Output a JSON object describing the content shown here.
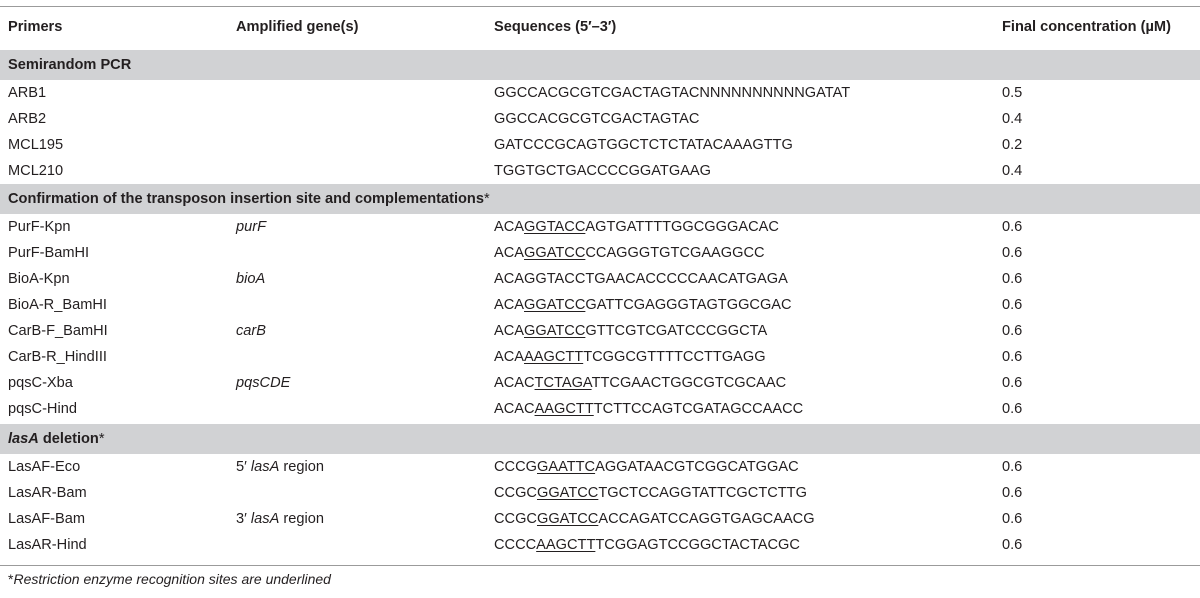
{
  "header": {
    "primers": "Primers",
    "genes": "Amplified gene(s)",
    "sequences": "Sequences (5′–3′)",
    "concentration": "Final concentration (µM)"
  },
  "sections": [
    {
      "title": "Semirandom PCR",
      "rows": [
        {
          "primer": "ARB1",
          "gene": "",
          "seq": [
            "GGCCACGCGTCGACTAGTACNNNNNNNNNNGATAT"
          ],
          "conc": "0.5"
        },
        {
          "primer": "ARB2",
          "gene": "",
          "seq": [
            "GGCCACGCGTCGACTAGTAC"
          ],
          "conc": "0.4"
        },
        {
          "primer": "MCL195",
          "gene": "",
          "seq": [
            "GATCCCGCAGTGGCTCTCTATACAAAGTTG"
          ],
          "conc": "0.2"
        },
        {
          "primer": "MCL210",
          "gene": "",
          "seq": [
            "TGGTGCTGACCCCGGATGAAG"
          ],
          "conc": "0.4"
        }
      ]
    },
    {
      "title": "Confirmation of the transposon insertion site and complementations",
      "title_mark": "*",
      "rows": [
        {
          "primer": "PurF-Kpn",
          "gene": "purF",
          "seq": [
            "ACA",
            "GGTACC",
            "AGTGATTTTGGCGGGACAC"
          ],
          "conc": "0.6"
        },
        {
          "primer": "PurF-BamHI",
          "gene": "",
          "seq": [
            "ACA",
            "GGATCC",
            "CCAGGGTGTCGAAGGCC"
          ],
          "conc": "0.6"
        },
        {
          "primer": "BioA-Kpn",
          "gene": "bioA",
          "seq": [
            "ACAGGTACCTGAACACCCCCAACATGAGA"
          ],
          "conc": "0.6"
        },
        {
          "primer": "BioA-R_BamHI",
          "gene": "",
          "seq": [
            "ACA",
            "GGATCC",
            "GATTCGAGGGTAGTGGCGAC"
          ],
          "conc": "0.6"
        },
        {
          "primer": "CarB-F_BamHI",
          "gene": "carB",
          "seq": [
            "ACA",
            "GGATCC",
            "GTTCGTCGATCCCGGCTA"
          ],
          "conc": "0.6"
        },
        {
          "primer": "CarB-R_HindIII",
          "gene": "",
          "seq": [
            "ACA",
            "AAGCTT",
            "TCGGCGTTTTCCTTGAGG"
          ],
          "conc": "0.6"
        },
        {
          "primer": "pqsC-Xba",
          "gene": "pqsCDE",
          "seq": [
            "ACAC",
            "TCTAGA",
            "TTCGAACTGGCGTCGCAAC"
          ],
          "conc": "0.6"
        },
        {
          "primer": "pqsC-Hind",
          "gene": "",
          "seq": [
            "ACAC",
            "AAGCTT",
            "TCTTCCAGTCGATAGCCAACC"
          ],
          "conc": "0.6"
        }
      ]
    },
    {
      "title_italic": "lasA",
      "title": " deletion",
      "title_mark": "*",
      "rows": [
        {
          "primer": "LasAF-Eco",
          "gene_prefix": "5′ ",
          "gene": "lasA",
          "gene_suffix": " region",
          "seq": [
            "CCCG",
            "GAATTC",
            "AGGATAACGTCGGCATGGAC"
          ],
          "conc": "0.6"
        },
        {
          "primer": "LasAR-Bam",
          "gene": "",
          "seq": [
            "CCGC",
            "GGATCC",
            "TGCTCCAGGTATTCGCTCTTG"
          ],
          "conc": "0.6"
        },
        {
          "primer": "LasAF-Bam",
          "gene_prefix": "3′ ",
          "gene": "lasA",
          "gene_suffix": " region",
          "seq": [
            "CCGC",
            "GGATCC",
            "ACCAGATCCAGGTGAGCAACG"
          ],
          "conc": "0.6"
        },
        {
          "primer": "LasAR-Hind",
          "gene": "",
          "seq": [
            "CCCC",
            "AAGCTT",
            "TCGGAGTCCGGCTACTACGC"
          ],
          "conc": "0.6"
        }
      ]
    }
  ],
  "footnote": {
    "mark": "*",
    "text": "Restriction enzyme recognition sites are underlined"
  }
}
